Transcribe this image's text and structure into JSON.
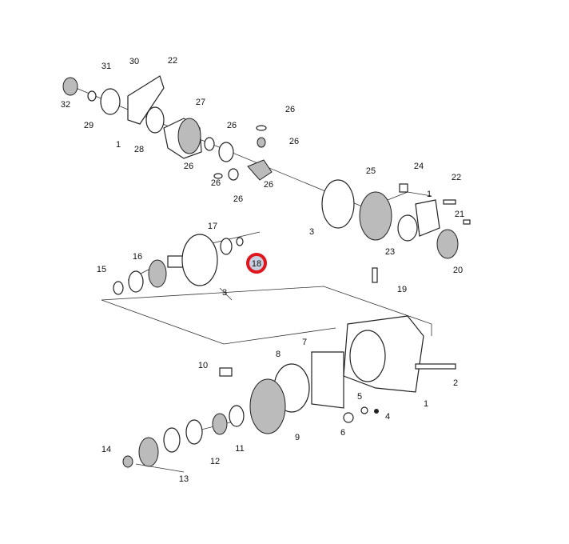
{
  "title": "Rear axle differential exploded parts diagram",
  "highlight_color": "#e0161e",
  "highlight_fill": "#c8d0e0",
  "callouts": [
    "31",
    "30",
    "22",
    "32",
    "29",
    "1",
    "28",
    "27",
    "26",
    "26",
    "26",
    "26",
    "26",
    "26",
    "26",
    "25",
    "24",
    "22",
    "1",
    "21",
    "23",
    "20",
    "19",
    "3",
    "17",
    "16",
    "15",
    "3",
    "18",
    "10",
    "8",
    "7",
    "2",
    "1",
    "5",
    "4",
    "6",
    "9",
    "11",
    "12",
    "14",
    "13"
  ],
  "selected_callout": "18"
}
